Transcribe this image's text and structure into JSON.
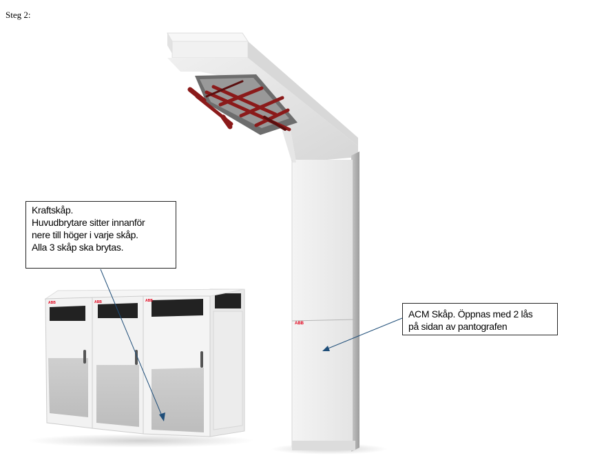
{
  "step": {
    "label": "Steg 2:"
  },
  "callouts": {
    "power_cabinet": {
      "lines": [
        "Kraftskåp.",
        "Huvudbrytare sitter innanför",
        "nere till höger i varje skåp.",
        "Alla 3 skåp ska brytas."
      ]
    },
    "acm_cabinet": {
      "lines": [
        "ACM Skåp. Öppnas med 2 lås",
        "på sidan av pantografen"
      ]
    }
  },
  "logos": {
    "cabinet_brand": "ABB"
  },
  "colors": {
    "arrow": "#1f4e79",
    "pantograph": "#8b1a1a",
    "cabinet_body": "#f2f2f2",
    "cabinet_panel": "#cfcfcf",
    "cabinet_vent": "#222222",
    "logo_red": "#e2001a"
  }
}
